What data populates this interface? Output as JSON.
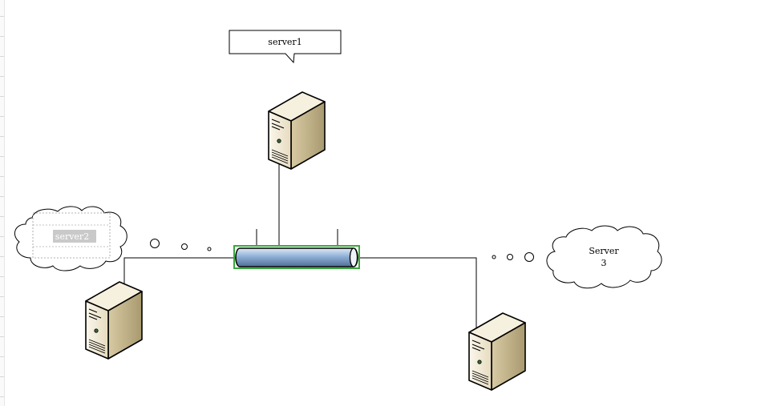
{
  "diagram": {
    "callouts": {
      "server1": "server1",
      "server2": "server2",
      "server3_line1": "Server",
      "server3_line2": "3"
    },
    "colors": {
      "pipe_fill": "#8fb0d6",
      "pipe_selection": "#39a83c",
      "server_body": "#efe6cf",
      "server_side": "#c9b98f"
    },
    "icons": {
      "server1": "server-tower-icon",
      "server2": "server-tower-icon",
      "server3": "server-tower-icon",
      "backbone": "network-backbone-pipe-icon"
    }
  }
}
